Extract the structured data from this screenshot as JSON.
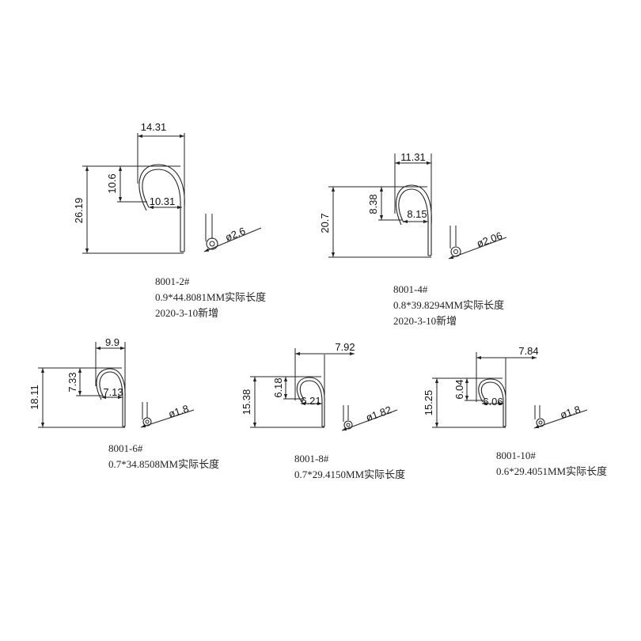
{
  "parts": [
    {
      "id": "8001-2",
      "dims": {
        "width": "14.31",
        "height": "26.19",
        "inner_height": "10.6",
        "inner_width": "10.31",
        "diameter": "ø2.6"
      },
      "notes": [
        "8001-2#",
        "0.9*44.8081MM实际长度",
        "2020-3-10新增"
      ]
    },
    {
      "id": "8001-4",
      "dims": {
        "width": "11.31",
        "height": "20.7",
        "inner_height": "8.38",
        "inner_width": "8.15",
        "diameter": "ø2.06"
      },
      "notes": [
        "8001-4#",
        "0.8*39.8294MM实际长度",
        "2020-3-10新增"
      ]
    },
    {
      "id": "8001-6",
      "dims": {
        "width": "9.9",
        "height": "18.11",
        "inner_height": "7.33",
        "inner_width": "7.13",
        "diameter": "ø1.8"
      },
      "notes": [
        "8001-6#",
        "0.7*34.8508MM实际长度"
      ]
    },
    {
      "id": "8001-8",
      "dims": {
        "width": "7.92",
        "height": "15.38",
        "inner_height": "6.18",
        "inner_width": "6.21",
        "diameter": "ø1.82"
      },
      "notes": [
        "8001-8#",
        "0.7*29.4150MM实际长度"
      ]
    },
    {
      "id": "8001-10",
      "dims": {
        "width": "7.84",
        "height": "15.25",
        "inner_height": "6.04",
        "inner_width": "6.06",
        "diameter": "ø1.8"
      },
      "notes": [
        "8001-10#",
        "0.6*29.4051MM实际长度"
      ]
    }
  ]
}
